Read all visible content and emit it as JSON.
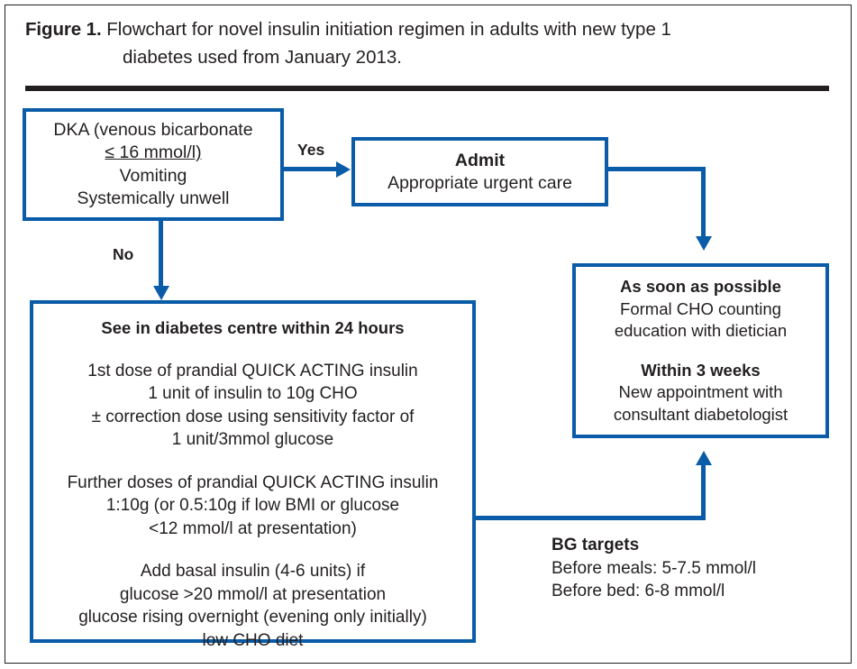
{
  "figure": {
    "label": "Figure 1.",
    "caption_line1": "Flowchart for novel insulin initiation regimen in adults with new type 1",
    "caption_line2": "diabetes used from January 2013."
  },
  "colors": {
    "flow_blue": "#0a5ca8",
    "text_black": "#231f20",
    "page_background": "#ffffff"
  },
  "nodes": {
    "dka": {
      "lines": [
        "DKA (venous bicarbonate",
        "≤ 16 mmol/l)",
        "Vomiting",
        "Systemically unwell"
      ]
    },
    "admit": {
      "title": "Admit",
      "subtitle": "Appropriate urgent care"
    },
    "outcome": {
      "group1_title": "As soon as possible",
      "group1_lines": [
        "Formal CHO counting",
        "education with dietician"
      ],
      "group2_title": "Within 3 weeks",
      "group2_lines": [
        "New appointment with",
        "consultant diabetologist"
      ]
    },
    "main": {
      "heading": "See in diabetes centre within 24 hours",
      "group1": [
        "1st dose of prandial QUICK ACTING insulin",
        "1 unit of insulin to 10g CHO",
        "± correction dose using sensitivity factor of",
        "1 unit/3mmol glucose"
      ],
      "group2": [
        "Further doses of prandial QUICK ACTING insulin",
        "1:10g (or 0.5:10g if low BMI or glucose",
        "<12 mmol/l at presentation)"
      ],
      "group3": [
        "Add basal insulin (4-6 units) if",
        "glucose >20 mmol/l at presentation",
        "glucose rising overnight (evening only initially)",
        "low CHO diet"
      ]
    }
  },
  "edges": {
    "yes_label": "Yes",
    "no_label": "No"
  },
  "notes": {
    "bg_targets": {
      "heading": "BG targets",
      "lines": [
        "Before meals: 5-7.5 mmol/l",
        "Before bed: 6-8 mmol/l"
      ]
    }
  }
}
